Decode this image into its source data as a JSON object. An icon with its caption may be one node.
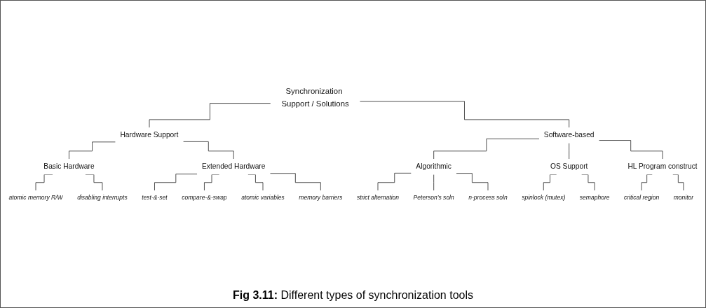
{
  "diagram": {
    "caption": "**Fig 3.11:** Different types of synchronization tools",
    "nodes": [
      {
        "text": [
          "Synchronization Support / Solutions"
        ]
      },
      {
        "text": [
          "Hardware Support"
        ]
      },
      {
        "text": [
          "Software-based"
        ]
      },
      {
        "text": [
          "Basic Hardware"
        ]
      },
      {
        "text": [
          "Extended Hardware"
        ]
      },
      {
        "text": [
          "atomic memory R/W"
        ]
      },
      {
        "text": [
          "disabling interrupts"
        ]
      },
      {
        "text": [
          "test-&-set"
        ]
      },
      {
        "text": [
          "compare-&-swap"
        ]
      },
      {
        "text": [
          "atomic variables"
        ]
      },
      {
        "text": [
          "memory barriers"
        ]
      },
      {
        "text": [
          "Algorithmic"
        ]
      },
      {
        "text": [
          "OS Support"
        ]
      },
      {
        "text": [
          "HL Program construct"
        ]
      },
      {
        "text": [
          "strict alternation"
        ]
      },
      {
        "text": [
          "Peterson’s soln"
        ]
      },
      {
        "text": [
          "n-process soln"
        ]
      },
      {
        "text": [
          "spinlock (mutex)"
        ]
      },
      {
        "text": [
          "semaphore"
        ]
      },
      {
        "text": [
          "critical region"
        ]
      },
      {
        "text": [
          "monitor"
        ]
      }
    ],
    "edges": [
      {
        "from": 0,
        "to": 1,
        "arrow": "none"
      },
      {
        "from": 0,
        "to": 2,
        "arrow": "none"
      },
      {
        "from": 1,
        "to": 3,
        "arrow": "none"
      },
      {
        "from": 1,
        "to": 4,
        "arrow": "none"
      },
      {
        "from": 3,
        "to": 5,
        "arrow": "none"
      },
      {
        "from": 3,
        "to": 6,
        "arrow": "none"
      },
      {
        "from": 4,
        "to": 7,
        "arrow": "none"
      },
      {
        "from": 4,
        "to": 8,
        "arrow": "none"
      },
      {
        "from": 4,
        "to": 9,
        "arrow": "none"
      },
      {
        "from": 4,
        "to": 10,
        "arrow": "none"
      },
      {
        "from": 2,
        "to": 11,
        "arrow": "none"
      },
      {
        "from": 2,
        "to": 12,
        "arrow": "none"
      },
      {
        "from": 2,
        "to": 13,
        "arrow": "none"
      },
      {
        "from": 11,
        "to": 14,
        "arrow": "none"
      },
      {
        "from": 11,
        "to": 15,
        "arrow": "none"
      },
      {
        "from": 11,
        "to": 16,
        "arrow": "none"
      },
      {
        "from": 12,
        "to": 17,
        "arrow": "none"
      },
      {
        "from": 12,
        "to": 18,
        "arrow": "none"
      },
      {
        "from": 13,
        "to": 19,
        "arrow": "none"
      },
      {
        "from": 13,
        "to": 20,
        "arrow": "none"
      }
    ]
  }
}
